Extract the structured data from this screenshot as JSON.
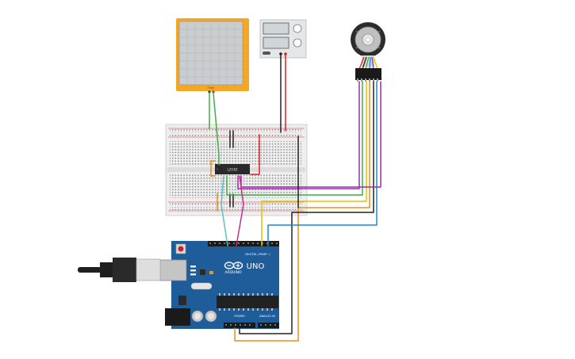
{
  "components": {
    "oscilloscope": {
      "brand": "Time"
    },
    "power_supply": {},
    "motor_encoder": {},
    "breadboard": {},
    "motor_driver": {
      "label": "L293D"
    },
    "arduino": {
      "brand": "ARDUINO",
      "model": "UNO",
      "digital_header": "DIGITAL (PWM~)",
      "power_header": "POWER",
      "analog_header": "ANALOG IN"
    },
    "usb_cable": {}
  },
  "colors": {
    "oscilloscope_frame": "#f5a623",
    "board_blue": "#1e5c9a",
    "wire_red": "#e02020",
    "wire_black": "#222222",
    "wire_green": "#3cb043",
    "wire_yellow": "#e5c000",
    "wire_blue": "#1e88d4",
    "wire_purple": "#9b2fae",
    "wire_magenta": "#c2308c",
    "wire_orange": "#f08a1d",
    "wire_cyan": "#5bc0c8"
  }
}
